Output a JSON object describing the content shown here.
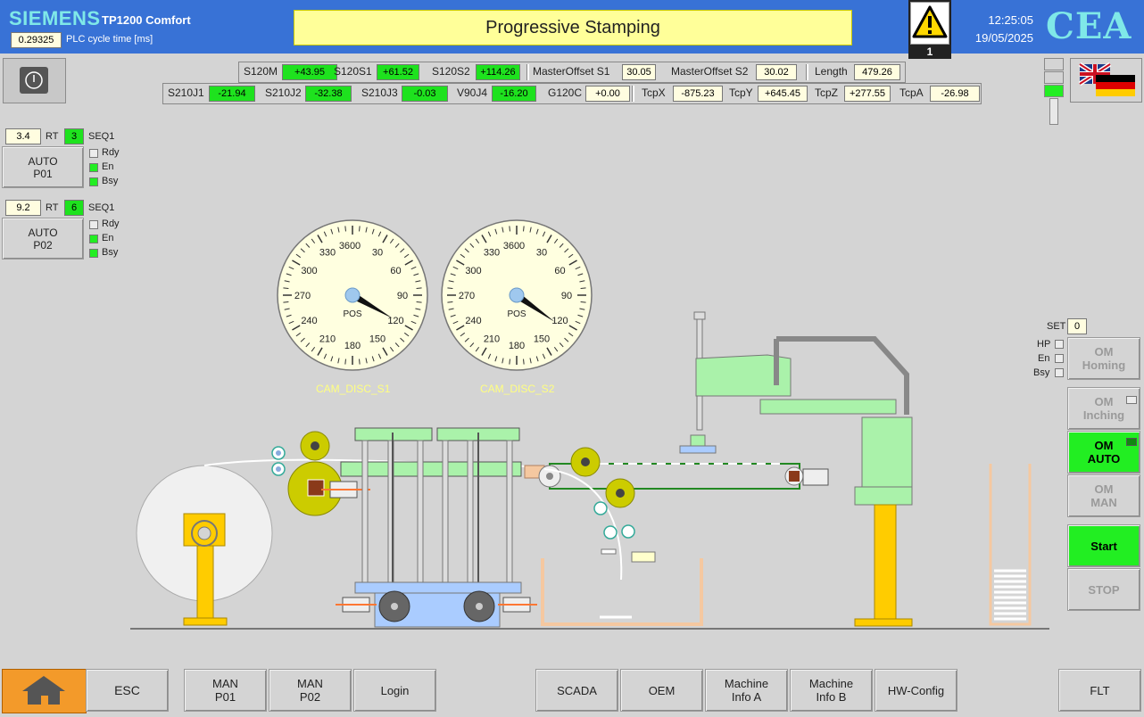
{
  "header": {
    "brand": "SIEMENS",
    "model": "TP1200 Comfort",
    "cycle_value": "0.29325",
    "cycle_label": "PLC cycle time [ms]",
    "title": "Progressive Stamping",
    "alarm_count": "1",
    "time": "12:25:05",
    "date": "19/05/2025",
    "logo": "CEA"
  },
  "process": {
    "row1": [
      {
        "label": "S120M",
        "value": "+43.95",
        "color": "green"
      },
      {
        "label": "S120S1",
        "value": "+61.52",
        "color": "green"
      },
      {
        "label": "S120S2",
        "value": "+114.26",
        "color": "green"
      },
      {
        "label": "MasterOffset S1",
        "value": "30.05",
        "color": "yellow"
      },
      {
        "label": "MasterOffset S2",
        "value": "30.02",
        "color": "yellow"
      },
      {
        "label": "Length",
        "value": "479.26",
        "color": "yellow"
      }
    ],
    "row2": [
      {
        "label": "S210J1",
        "value": "-21.94",
        "color": "green"
      },
      {
        "label": "S210J2",
        "value": "-32.38",
        "color": "green"
      },
      {
        "label": "S210J3",
        "value": "-0.03",
        "color": "green"
      },
      {
        "label": "V90J4",
        "value": "-16.20",
        "color": "green"
      },
      {
        "label": "G120C",
        "value": "+0.00",
        "color": "yellow"
      },
      {
        "label": "TcpX",
        "value": "-875.23",
        "color": "yellow"
      },
      {
        "label": "TcpY",
        "value": "+645.45",
        "color": "yellow"
      },
      {
        "label": "TcpZ",
        "value": "+277.55",
        "color": "yellow"
      },
      {
        "label": "TcpA",
        "value": "-26.98",
        "color": "yellow"
      }
    ]
  },
  "programs": [
    {
      "rt_value": "3.4",
      "rt_label": "RT",
      "seq_num": "3",
      "seq_label": "SEQ1",
      "button": "AUTO\nP01",
      "rdy": "Rdy",
      "en": "En",
      "bsy": "Bsy"
    },
    {
      "rt_value": "9.2",
      "rt_label": "RT",
      "seq_num": "6",
      "seq_label": "SEQ1",
      "button": "AUTO\nP02",
      "rdy": "Rdy",
      "en": "En",
      "bsy": "Bsy"
    }
  ],
  "gauges": [
    {
      "name": "CAM_DISC_S1",
      "center": "POS",
      "ticks": [
        "360",
        "30",
        "60",
        "90",
        "120",
        "150",
        "180",
        "210",
        "240",
        "270",
        "300",
        "330",
        "0"
      ],
      "angle_deg": 120
    },
    {
      "name": "CAM_DISC_S2",
      "center": "POS",
      "ticks": [
        "360",
        "30",
        "60",
        "90",
        "120",
        "150",
        "180",
        "210",
        "240",
        "270",
        "300",
        "330",
        "0"
      ],
      "angle_deg": 125
    }
  ],
  "modes": {
    "set_label": "SET",
    "set_value": "0",
    "hp": "HP",
    "en": "En",
    "bsy": "Bsy",
    "homing": "OM\nHoming",
    "inching": "OM\nInching",
    "auto": "OM\nAUTO",
    "man": "OM\nMAN",
    "start": "Start",
    "stop": "STOP"
  },
  "footer": {
    "esc": "ESC",
    "man_p01": "MAN\nP01",
    "man_p02": "MAN\nP02",
    "login": "Login",
    "scada": "SCADA",
    "oem": "OEM",
    "info_a": "Machine\nInfo A",
    "info_b": "Machine\nInfo B",
    "hw": "HW-Config",
    "flt": "FLT"
  },
  "colors": {
    "header": "#3872d6",
    "green": "#22ee22",
    "yellow_value": "#fffde0",
    "machine_green": "#aaf2aa",
    "steel_yellow": "#ffcc00"
  }
}
